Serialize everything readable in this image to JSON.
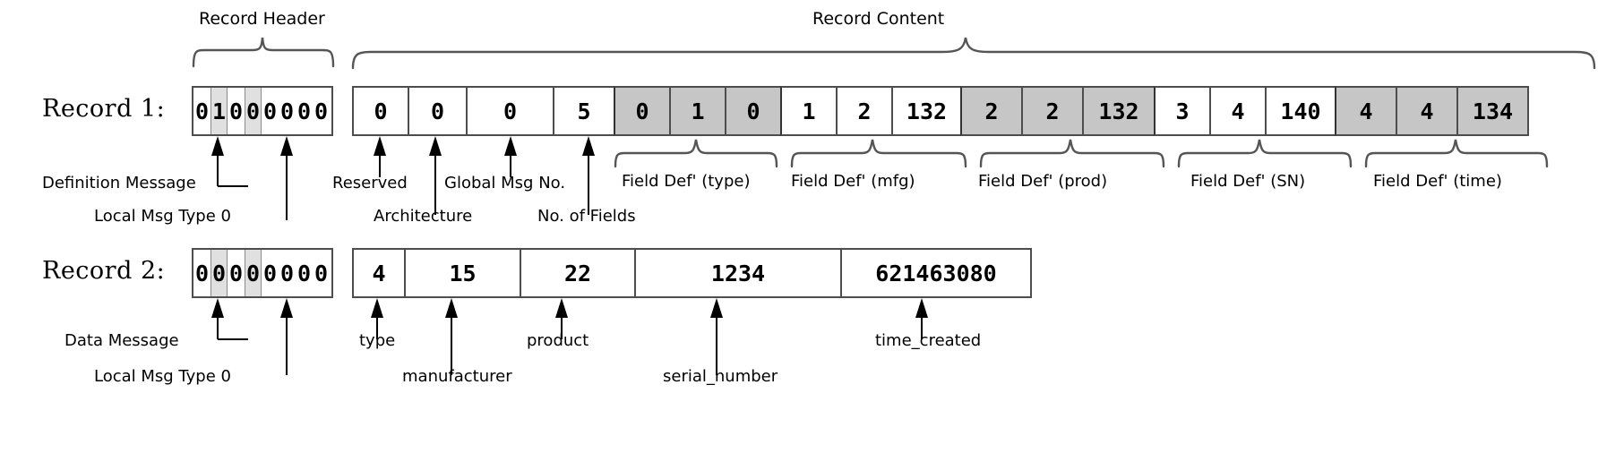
{
  "title_groups": {
    "record_header": "Record Header",
    "record_content": "Record Content"
  },
  "records": [
    {
      "label": "Record 1:",
      "header_bits": "01000000",
      "header_kind": "definition",
      "annotations_primary": [
        "Definition Message",
        "Reserved",
        "Global Msg No.",
        "No. of Fields"
      ],
      "annotations_secondary": [
        "Local Msg Type 0",
        "Architecture"
      ],
      "cells": [
        {
          "value": "0",
          "gray": false
        },
        {
          "value": "0",
          "gray": false
        },
        {
          "value": "0",
          "gray": false
        },
        {
          "value": "5",
          "gray": false
        },
        {
          "value": "0",
          "gray": true
        },
        {
          "value": "1",
          "gray": true
        },
        {
          "value": "0",
          "gray": true
        },
        {
          "value": "1",
          "gray": false
        },
        {
          "value": "2",
          "gray": false
        },
        {
          "value": "132",
          "gray": false
        },
        {
          "value": "2",
          "gray": true
        },
        {
          "value": "2",
          "gray": true
        },
        {
          "value": "132",
          "gray": true
        },
        {
          "value": "3",
          "gray": false
        },
        {
          "value": "4",
          "gray": false
        },
        {
          "value": "140",
          "gray": false
        },
        {
          "value": "4",
          "gray": true
        },
        {
          "value": "4",
          "gray": true
        },
        {
          "value": "134",
          "gray": true
        }
      ],
      "field_def_groups": [
        "Field Def' (type)",
        "Field Def' (mfg)",
        "Field Def' (prod)",
        "Field Def' (SN)",
        "Field Def' (time)"
      ]
    },
    {
      "label": "Record 2:",
      "header_bits": "00000000",
      "header_kind": "data",
      "annotations_primary": [
        "Data Message",
        "type",
        "product",
        "time_created"
      ],
      "annotations_secondary": [
        "Local Msg Type 0",
        "manufacturer",
        "serial_number"
      ],
      "cells": [
        {
          "value": "4",
          "gray": false
        },
        {
          "value": "15",
          "gray": false
        },
        {
          "value": "22",
          "gray": false
        },
        {
          "value": "1234",
          "gray": false
        },
        {
          "value": "621463080",
          "gray": false
        }
      ]
    }
  ],
  "colors": {
    "cell_border": "#4d4d4d",
    "cell_gray": "#c6c6c6",
    "bit_shade": "#e0e0e0",
    "brace": "#555555",
    "text": "#000000",
    "background": "#ffffff"
  }
}
